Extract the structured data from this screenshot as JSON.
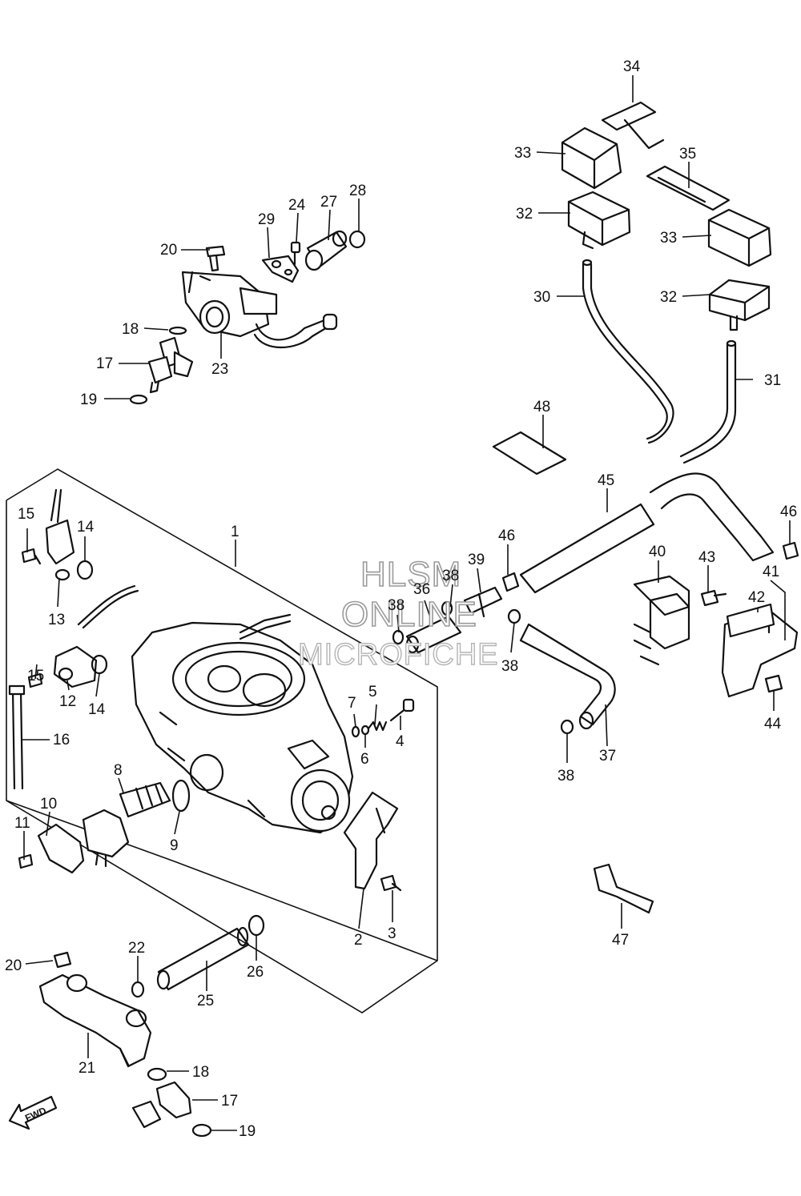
{
  "watermark": {
    "line1": "HLSM",
    "line2": "ONLINE",
    "line3": "MICROFICHE"
  },
  "direction_arrow": {
    "label": "FWD",
    "icon": "forward-arrow-icon"
  },
  "callouts": {
    "c1": "1",
    "c2": "2",
    "c3": "3",
    "c4": "4",
    "c5": "5",
    "c6": "6",
    "c7": "7",
    "c8": "8",
    "c9": "9",
    "c10": "10",
    "c11": "11",
    "c12": "12",
    "c13": "13",
    "c14a": "14",
    "c14b": "14",
    "c15a": "15",
    "c15b": "15",
    "c16": "16",
    "c17a": "17",
    "c17b": "17",
    "c18a": "18",
    "c18b": "18",
    "c19a": "19",
    "c19b": "19",
    "c20a": "20",
    "c20b": "20",
    "c21": "21",
    "c22": "22",
    "c23": "23",
    "c24": "24",
    "c25": "25",
    "c26": "26",
    "c27": "27",
    "c28": "28",
    "c29": "29",
    "c30": "30",
    "c31": "31",
    "c32a": "32",
    "c32b": "32",
    "c33a": "33",
    "c33b": "33",
    "c34": "34",
    "c35": "35",
    "c36": "36",
    "c37": "37",
    "c38a": "38",
    "c38b": "38",
    "c38c": "38",
    "c38d": "38",
    "c39": "39",
    "c40": "40",
    "c41": "41",
    "c42": "42",
    "c43": "43",
    "c44": "44",
    "c45": "45",
    "c46a": "46",
    "c46b": "46",
    "c47": "47",
    "c48": "48"
  }
}
